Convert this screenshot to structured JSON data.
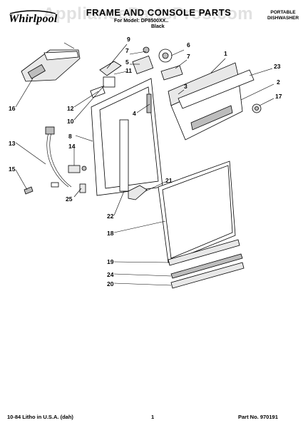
{
  "header": {
    "brand": "Whirlpool",
    "title": "FRAME AND CONSOLE PARTS",
    "model_line": "For Model: DP8500XX..",
    "color_line": "Black",
    "product_type": [
      "PORTABLE",
      "DISHWASHER"
    ],
    "watermark": "AppliancePartsPros.com"
  },
  "callouts": [
    "9",
    "7",
    "6",
    "5",
    "11",
    "7",
    "1",
    "23",
    "3",
    "2",
    "17",
    "16",
    "12",
    "10",
    "4",
    "8",
    "13",
    "14",
    "15",
    "25",
    "21",
    "22",
    "18",
    "19",
    "24",
    "20"
  ],
  "footer": {
    "left": "10-84 Litho in U.S.A. (dah)",
    "page_number": "1",
    "part_number": "Part No. 970191"
  }
}
